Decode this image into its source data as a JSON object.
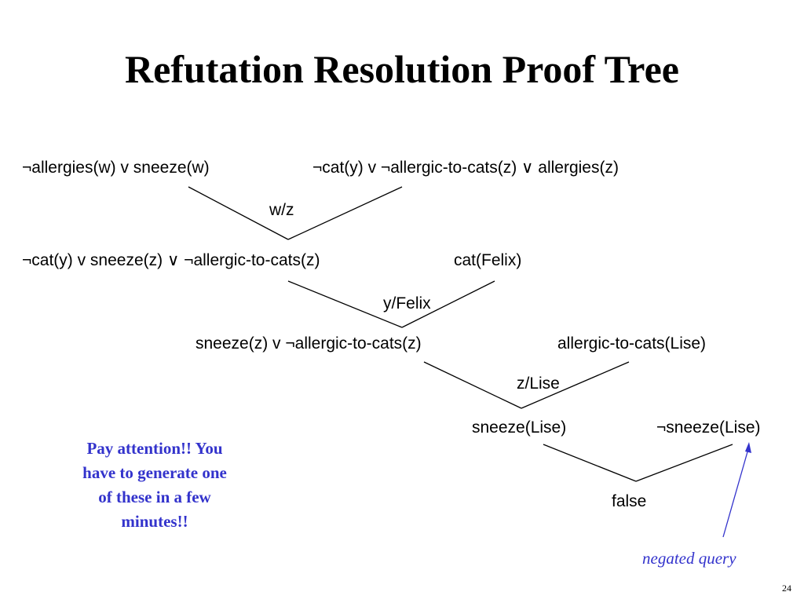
{
  "slide": {
    "title": "Refutation Resolution Proof Tree",
    "clauses": {
      "c1": "¬allergies(w) v sneeze(w)",
      "c2": "¬cat(y) v ¬allergic-to-cats(z) ∨ allergies(z)",
      "c3": "¬cat(y) v sneeze(z) ∨ ¬allergic-to-cats(z)",
      "c4": "cat(Felix)",
      "c5": "sneeze(z) v ¬allergic-to-cats(z)",
      "c6": "allergic-to-cats(Lise)",
      "c7": "sneeze(Lise)",
      "c8": "¬sneeze(Lise)",
      "c9": "false"
    },
    "substitutions": {
      "s1": "w/z",
      "s2": "y/Felix",
      "s3": "z/Lise"
    },
    "note_lines": [
      "Pay attention!!  You",
      "have to generate one",
      "of these in a few",
      "minutes!!"
    ],
    "callout": "negated query",
    "page_number": "24",
    "colors": {
      "text": "#000000",
      "accent": "#3333cc"
    }
  }
}
